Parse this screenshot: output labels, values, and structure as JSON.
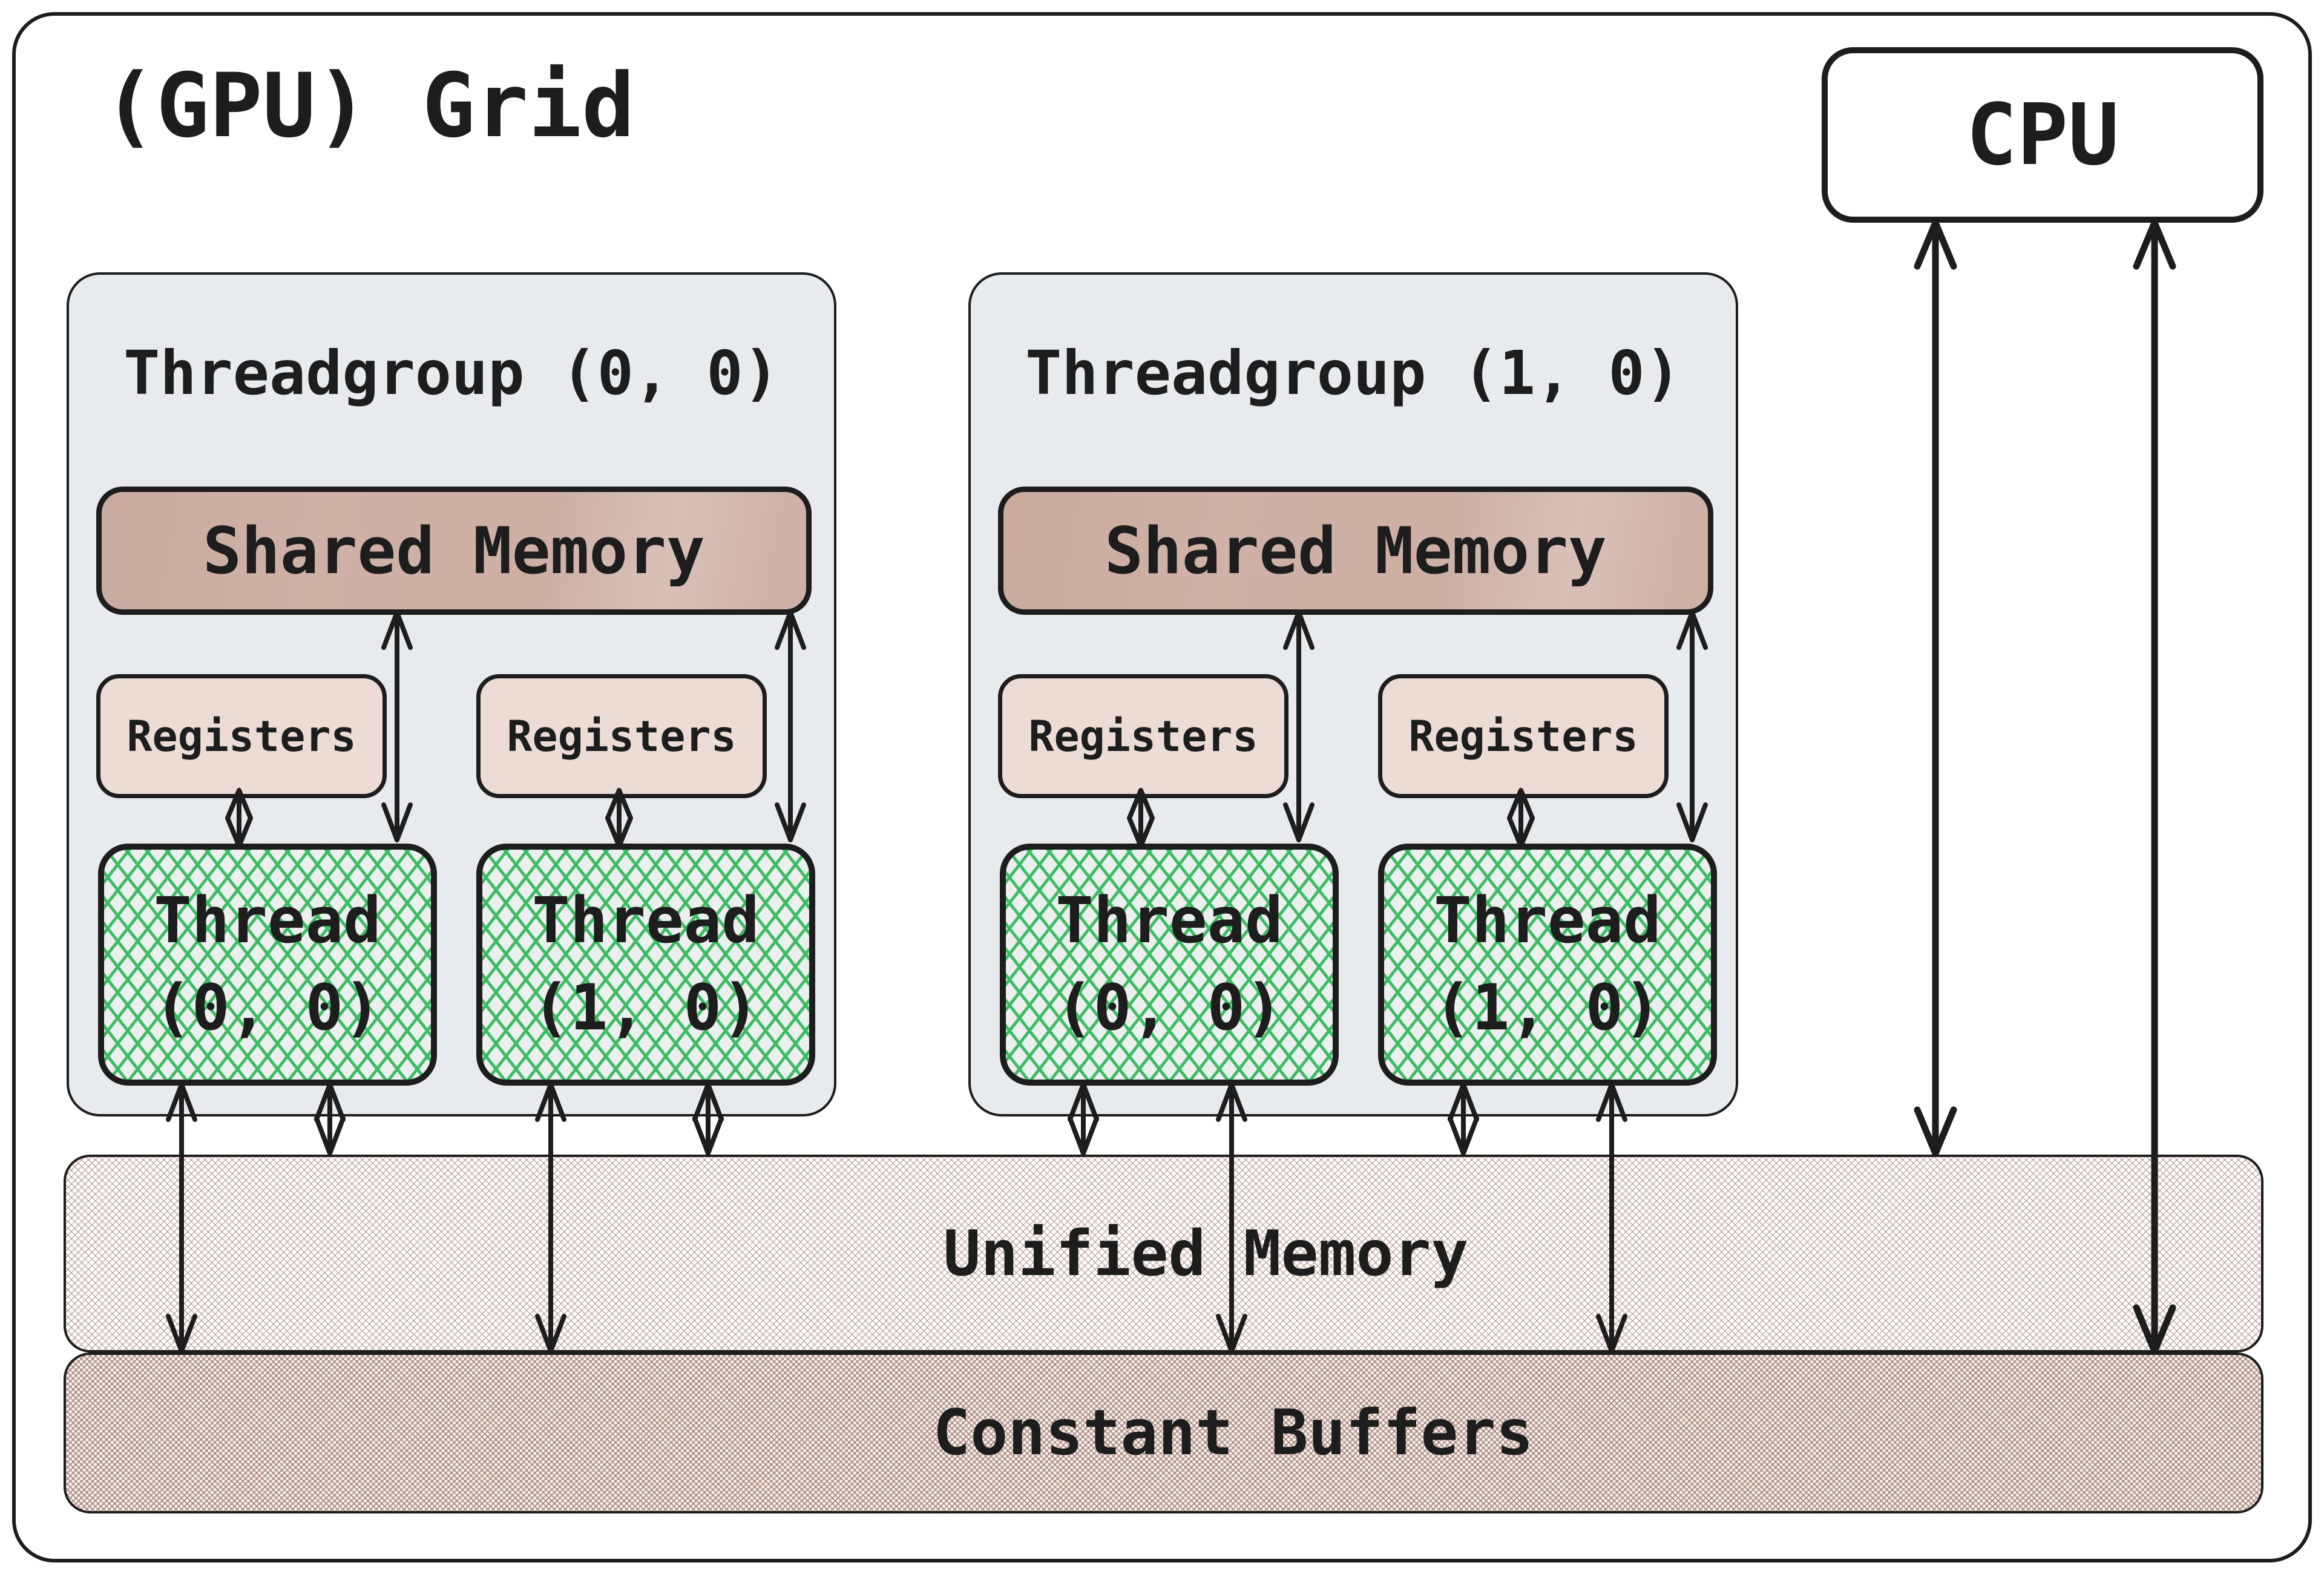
{
  "title": "(GPU) Grid",
  "cpu": {
    "label": "CPU"
  },
  "threadgroups": [
    {
      "title": "Threadgroup (0, 0)",
      "shared_memory_label": "Shared Memory",
      "registers": [
        "Registers",
        "Registers"
      ],
      "threads": [
        {
          "name_line": "Thread",
          "coord_line": "(0, 0)"
        },
        {
          "name_line": "Thread",
          "coord_line": "(1, 0)"
        }
      ]
    },
    {
      "title": "Threadgroup (1, 0)",
      "shared_memory_label": "Shared Memory",
      "registers": [
        "Registers",
        "Registers"
      ],
      "threads": [
        {
          "name_line": "Thread",
          "coord_line": "(0, 0)"
        },
        {
          "name_line": "Thread",
          "coord_line": "(1, 0)"
        }
      ]
    }
  ],
  "memory": {
    "unified_label": "Unified Memory",
    "constant_label": "Constant Buffers"
  },
  "colors": {
    "outline": "#1d1d1d",
    "threadgroup_fill": "#e8ebed",
    "shared_memory_fill": "#cfb1a6",
    "registers_fill": "#eddbd5",
    "thread_hatch_green": "#3cbd62",
    "memory_hatch_brown": "#a07667",
    "constant_hatch_brown": "#92665a",
    "background": "#ffffff"
  }
}
